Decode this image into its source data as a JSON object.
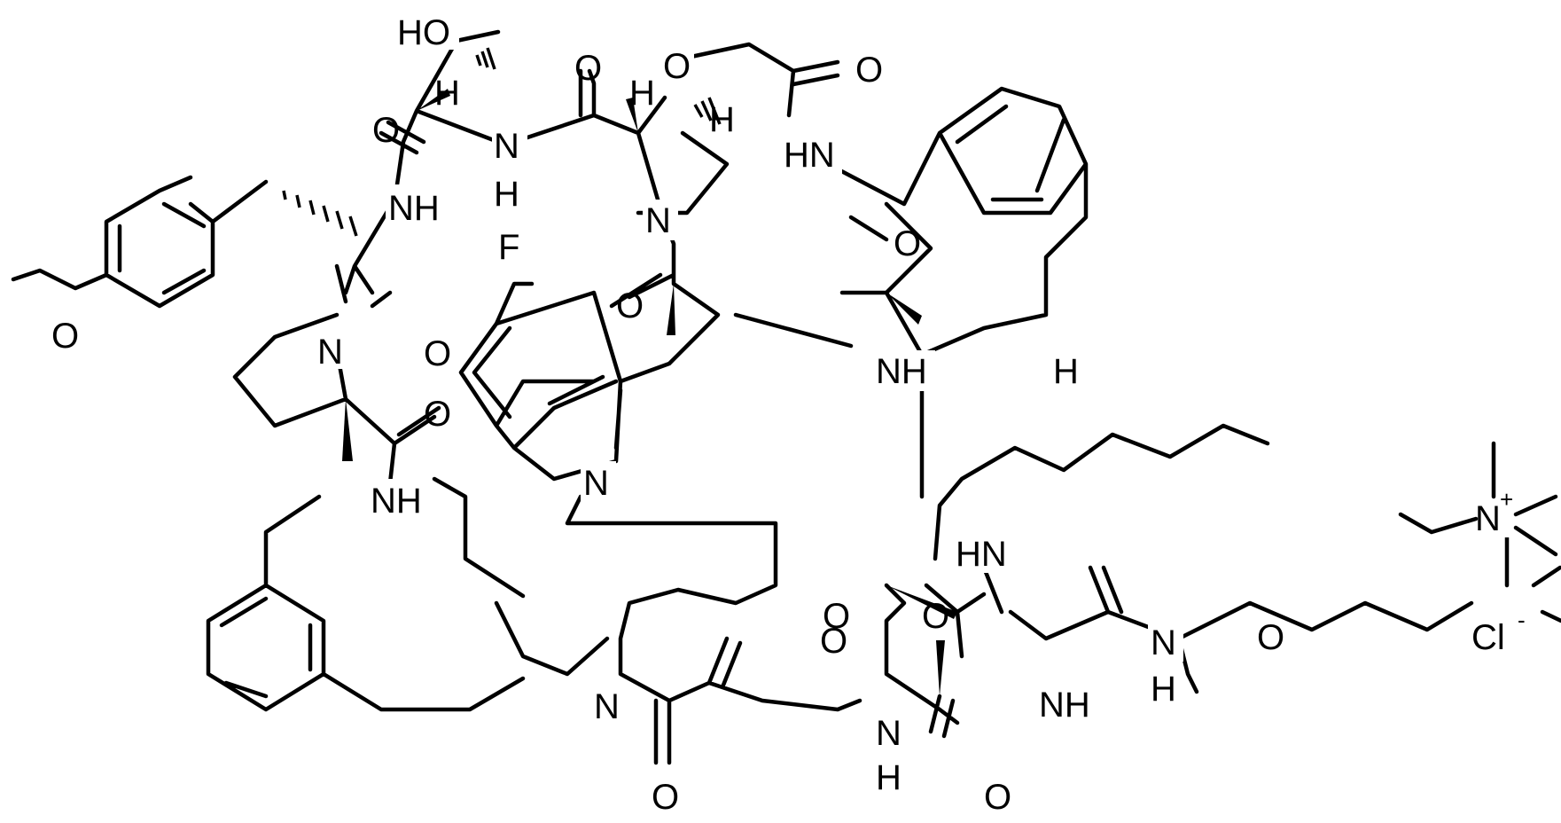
{
  "structure": {
    "atom_labels": {
      "ho": "HO",
      "h_thr": "H",
      "o_thr": "O",
      "nh_thr": "N",
      "nh_thr_h": "H",
      "o_hyp": "O",
      "h_hyp_a": "H",
      "o_ether": "O",
      "h_hyp_b": "H",
      "o_glyc": "O",
      "hn_glyc": "HN",
      "nh_tyr": "NH",
      "n_hyp": "N",
      "f": "F",
      "o_hypco": "O",
      "o_ome": "O",
      "n_mepro": "N",
      "o_tyrco": "O",
      "o_meproco": "O",
      "nh_mepro": "NH",
      "o_phe": "O",
      "nh_trp": "NH",
      "h_phe": "H",
      "n_indole": "N",
      "hn_right": "HN",
      "o_dap": "O",
      "o_dapside": "O",
      "n_dapside": "N",
      "n_dapside_h": "H",
      "o_ala": "O",
      "nh_dap": "NH",
      "n_tert": "N",
      "nh_ala": "N",
      "nh_ala_h": "H",
      "o_succ_a": "O",
      "o_alaco": "O",
      "o_succ_b": "O",
      "n_plus": "N",
      "charge_plus": "+",
      "cl": "Cl",
      "charge_minus": "-"
    }
  }
}
